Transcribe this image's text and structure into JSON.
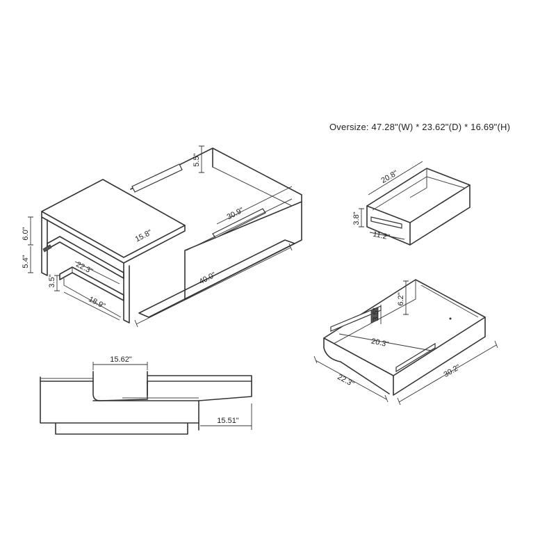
{
  "oversize_label": "Oversize: 47.28\"(W) * 23.62\"(D) * 16.69\"(H)",
  "table": {
    "dim_height_upper": "6.0\"",
    "dim_height_lower": "5.4\"",
    "dim_shelf_height": "3.5\"",
    "dim_top_depth": "15.8\"",
    "dim_shelf_width": "22.3\"",
    "dim_base_depth": "18.9\"",
    "dim_length": "40.0\"",
    "dim_box_height": "5.5\"",
    "dim_slide_length": "30.9\""
  },
  "small_drawer": {
    "dim_width": "20.8\"",
    "dim_height": "3.8\"",
    "dim_depth": "11.2\""
  },
  "large_drawer": {
    "dim_height": "6.2\"",
    "dim_rail_height": "3.5\"",
    "dim_inner_width": "20.3\"",
    "dim_width": "22.3\"",
    "dim_depth": "30.2\""
  },
  "elevation": {
    "dim_top_width": "15.62\"",
    "dim_offset": "15.51\""
  }
}
